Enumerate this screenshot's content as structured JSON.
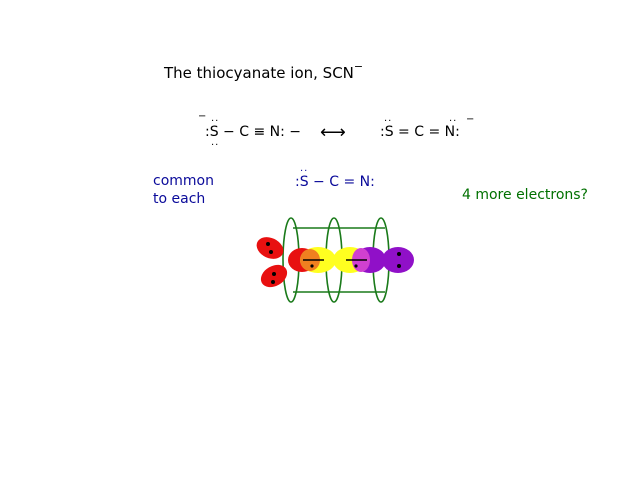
{
  "title": {
    "text": "The thiocyanate ion, SCN",
    "charge": "−"
  },
  "resonance": {
    "structure_1": ":S − C ≡ N: −",
    "structure_1_charge": "−",
    "arrow": "⟷",
    "structure_2": ":S = C = N:",
    "structure_2_charge": "−"
  },
  "common_structure": ":S − C = N:",
  "labels": {
    "common_line1": "common",
    "common_line2": "to each",
    "question": "4 more electrons?"
  },
  "colors": {
    "text": "#000000",
    "blue_text": "#0a0a9a",
    "green_text": "#007000",
    "sulfur_lobes": "#e81010",
    "carbon_lobes": "#ffff20",
    "overlap_orange": "#f08020",
    "nitrogen_lobes": "#9010c8",
    "overlap_magenta": "#d040d0",
    "pi_orbitals": "#1a7a1a"
  }
}
